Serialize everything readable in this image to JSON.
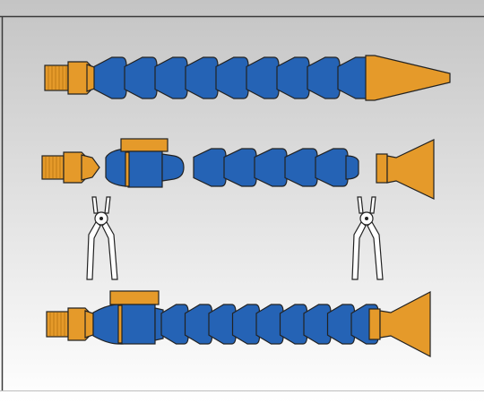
{
  "colors": {
    "background_top": "#c4c4c4",
    "background_bottom": "#ffffff",
    "frame_line": "#3a3a3a",
    "orange": "#e59a2a",
    "orange_dark": "#c07a14",
    "blue": "#2563b5",
    "blue_dark": "#1a4a8c",
    "outline": "#222222",
    "tool_fill": "#ffffff"
  },
  "illustration": {
    "description_hidden": "",
    "rows": [
      {
        "name": "assembled-segmented-hose-with-round-nozzle",
        "segment_count": 9
      },
      {
        "name": "exploded-hose-kit-components",
        "segment_count": 5
      },
      {
        "name": "assembled-hose-with-valve-and-fan-nozzle",
        "segment_count": 9
      }
    ],
    "tools": [
      {
        "name": "assembly-pliers-left"
      },
      {
        "name": "assembly-pliers-right"
      }
    ]
  }
}
